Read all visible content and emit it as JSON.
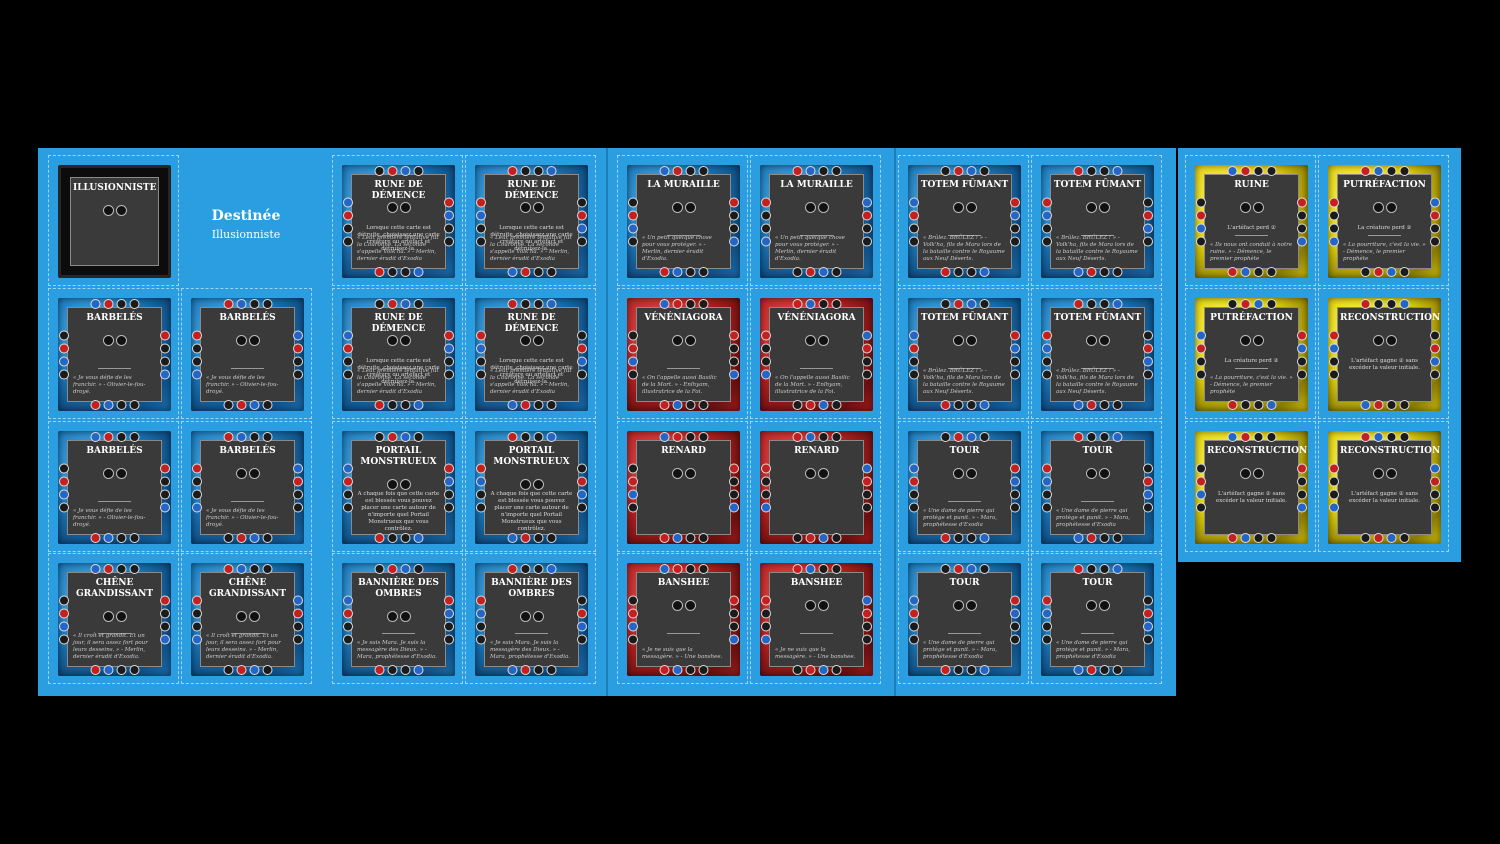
{
  "sheet_label": {
    "title": "Destinée",
    "subtitle": "Illusionniste"
  },
  "colors": {
    "sheet": "#2a9ee0",
    "blue_frame": "#1e7dc0",
    "red_frame": "#b92222",
    "yellow_frame": "#e5d50c",
    "dark_frame": "#0c0c0c"
  },
  "cards": [
    {
      "id": "c1",
      "title": "ILLUSIONNISTE",
      "frame": "dark",
      "desc": "",
      "flavor": ""
    },
    {
      "id": "c2",
      "title": "RUNE DE DÉMENCE",
      "frame": "blue",
      "desc": "Lorsque cette carte est détruite, choisissez une carte créature ou artéfact et détruisez-la.",
      "flavor": "« Leur première tentative fût la Couronne. La seconde s'appelle Volk'ha. » - Merlin, dernier érudit d'Exodia"
    },
    {
      "id": "c3",
      "title": "RUNE DE DÉMENCE",
      "frame": "blue",
      "desc": "Lorsque cette carte est détruite, choisissez une carte créature ou artéfact et détruisez-la.",
      "flavor": "« Leur première tentative fût la Couronne. La seconde s'appelle Volk'ha. » - Merlin, dernier érudit d'Exodia"
    },
    {
      "id": "c4",
      "title": "LA MURAILLE",
      "frame": "blue",
      "desc": "",
      "flavor": "« Un petit quelque chose pour vous protéger. » - Merlin, dernier érudit d'Exodia."
    },
    {
      "id": "c5",
      "title": "LA MURAILLE",
      "frame": "blue",
      "desc": "",
      "flavor": "« Un petit quelque chose pour vous protéger. » - Merlin, dernier érudit d'Exodia."
    },
    {
      "id": "c6",
      "title": "TOTEM FÛMANT",
      "frame": "blue",
      "desc": "",
      "flavor": "« Brûlez. BRÛLEZ ! » - Volk'ha, fils de Mara lors de la bataille contre le Royaume aux Neuf Déserts."
    },
    {
      "id": "c7",
      "title": "TOTEM FÛMANT",
      "frame": "blue",
      "desc": "",
      "flavor": "« Brûlez. BRÛLEZ ! » - Volk'ha, fils de Mara lors de la bataille contre le Royaume aux Neuf Déserts."
    },
    {
      "id": "c8",
      "title": "BARBELÉS",
      "frame": "blue",
      "desc": "",
      "flavor": "« Je vous défie de les franchir. » - Olivier-le-fou-droyé."
    },
    {
      "id": "c9",
      "title": "BARBELÉS",
      "frame": "blue",
      "desc": "",
      "flavor": "« Je vous défie de les franchir. » - Olivier-le-fou-droyé."
    },
    {
      "id": "c10",
      "title": "RUNE DE DÉMENCE",
      "frame": "blue",
      "desc": "Lorsque cette carte est détruite, choisissez une carte créature ou artéfact et détruisez-la.",
      "flavor": "« Leur première tentative fût la Couronne. La seconde s'appelle Volk'ha. » - Merlin, dernier érudit d'Exodia"
    },
    {
      "id": "c11",
      "title": "RUNE DE DÉMENCE",
      "frame": "blue",
      "desc": "Lorsque cette carte est détruite, choisissez une carte créature ou artéfact et détruisez-la.",
      "flavor": "« Leur première tentative fût la Couronne. La seconde s'appelle Volk'ha. » - Merlin, dernier érudit d'Exodia"
    },
    {
      "id": "c12",
      "title": "VÉNÉNIAGORA",
      "frame": "red",
      "desc": "",
      "flavor": "« On l'appelle aussi Basilic de la Mort. » - Enlhyam, illustratrice de la Foi."
    },
    {
      "id": "c13",
      "title": "VÉNÉNIAGORA",
      "frame": "red",
      "desc": "",
      "flavor": "« On l'appelle aussi Basilic de la Mort. » - Enlhyam, illustratrice de la Foi."
    },
    {
      "id": "c14",
      "title": "TOTEM FÛMANT",
      "frame": "blue",
      "desc": "",
      "flavor": "« Brûlez. BRÛLEZ ! » - Volk'ha, fils de Mara lors de la bataille contre le Royaume aux Neuf Déserts."
    },
    {
      "id": "c15",
      "title": "TOTEM FÛMANT",
      "frame": "blue",
      "desc": "",
      "flavor": "« Brûlez. BRÛLEZ ! » - Volk'ha, fils de Mara lors de la bataille contre le Royaume aux Neuf Déserts."
    },
    {
      "id": "c16",
      "title": "BARBELÉS",
      "frame": "blue",
      "desc": "",
      "flavor": "« Je vous défie de les franchir. » - Olivier-le-fou-droyé."
    },
    {
      "id": "c17",
      "title": "BARBELÉS",
      "frame": "blue",
      "desc": "",
      "flavor": "« Je vous défie de les franchir. » - Olivier-le-fou-droyé."
    },
    {
      "id": "c18",
      "title": "PORTAIL MONSTRUEUX",
      "frame": "blue",
      "desc": "A chaque fois que cette carte est blessée vous pouvez placer une carte autour de n'importe quel Portail Monstrueux que vous contrôlez.",
      "flavor": ""
    },
    {
      "id": "c19",
      "title": "PORTAIL MONSTRUEUX",
      "frame": "blue",
      "desc": "A chaque fois que cette carte est blessée vous pouvez placer une carte autour de n'importe quel Portail Monstrueux que vous contrôlez.",
      "flavor": ""
    },
    {
      "id": "c20",
      "title": "RENARD",
      "frame": "red",
      "desc": "",
      "flavor": ""
    },
    {
      "id": "c21",
      "title": "RENARD",
      "frame": "red",
      "desc": "",
      "flavor": ""
    },
    {
      "id": "c22",
      "title": "TOUR",
      "frame": "blue",
      "desc": "",
      "flavor": "« Une dame de pierre qui protège et punit. » - Mara, prophétesse d'Exodia"
    },
    {
      "id": "c23",
      "title": "TOUR",
      "frame": "blue",
      "desc": "",
      "flavor": "« Une dame de pierre qui protège et punit. » - Mara, prophétesse d'Exodia"
    },
    {
      "id": "c24",
      "title": "CHÊNE GRANDISSANT",
      "frame": "blue",
      "desc": "",
      "flavor": "« Il croît et grandit. Et un jour, il sera assez fort pour leurs desseins. » - Merlin, dernier érudit d'Exodia."
    },
    {
      "id": "c25",
      "title": "CHÊNE GRANDISSANT",
      "frame": "blue",
      "desc": "",
      "flavor": "« Il croît et grandit. Et un jour, il sera assez fort pour leurs desseins. » - Merlin, dernier érudit d'Exodia."
    },
    {
      "id": "c26",
      "title": "BANNIÈRE DES OMBRES",
      "frame": "blue",
      "desc": "",
      "flavor": "« Je suis Mara. Je suis la messagère des Dieux. » - Mara, prophétesse d'Exodia."
    },
    {
      "id": "c27",
      "title": "BANNIÈRE DES OMBRES",
      "frame": "blue",
      "desc": "",
      "flavor": "« Je suis Mara. Je suis la messagère des Dieux. » - Mara, prophétesse d'Exodia."
    },
    {
      "id": "c28",
      "title": "BANSHEE",
      "frame": "red",
      "desc": "",
      "flavor": "« Je ne suis que la messagère. » - Une banshee."
    },
    {
      "id": "c29",
      "title": "BANSHEE",
      "frame": "red",
      "desc": "",
      "flavor": "« Je ne suis que la messagère. » - Une banshee."
    },
    {
      "id": "c30",
      "title": "TOUR",
      "frame": "blue",
      "desc": "",
      "flavor": "« Une dame de pierre qui protège et punit. » - Mara, prophétesse d'Exodia"
    },
    {
      "id": "c31",
      "title": "TOUR",
      "frame": "blue",
      "desc": "",
      "flavor": "« Une dame de pierre qui protège et punit. » - Mara, prophétesse d'Exodia"
    },
    {
      "id": "c32",
      "title": "RUINE",
      "frame": "yellow",
      "desc": "L'artéfact perd ②",
      "flavor": "« Ils nous ont conduit à notre ruine. » - Démence, le premier prophète"
    },
    {
      "id": "c33",
      "title": "PUTRÉFACTION",
      "frame": "yellow",
      "desc": "La créature perd ②",
      "flavor": "« La pourriture, c'est la vie. » - Démence, le premier prophète"
    },
    {
      "id": "c34",
      "title": "PUTRÉFACTION",
      "frame": "yellow",
      "desc": "La créature perd ②",
      "flavor": "« La pourriture, c'est la vie. » - Démence, le premier prophète"
    },
    {
      "id": "c35",
      "title": "RECONSTRUCTION",
      "frame": "yellow",
      "desc": "L'artéfact gagne ② sans excéder la valeur initiale.",
      "flavor": ""
    },
    {
      "id": "c36",
      "title": "RECONSTRUCTION",
      "frame": "yellow",
      "desc": "L'artéfact gagne ② sans excéder la valeur initiale.",
      "flavor": ""
    },
    {
      "id": "c37",
      "title": "RECONSTRUCTION",
      "frame": "yellow",
      "desc": "L'artéfact gagne ② sans excéder la valeur initiale.",
      "flavor": ""
    }
  ]
}
